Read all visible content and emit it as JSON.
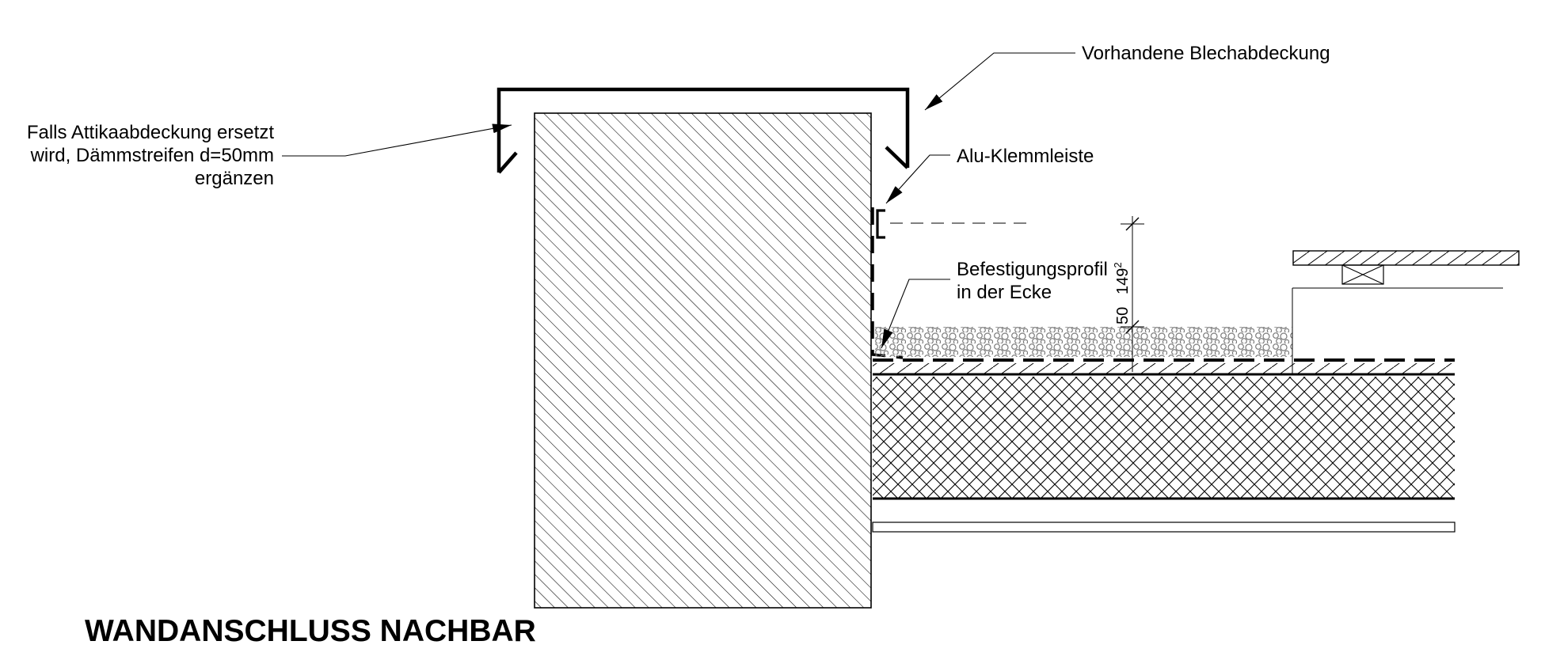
{
  "title": "WANDANSCHLUSS NACHBAR",
  "labels": {
    "cover_existing": "Vorhandene Blechabdeckung",
    "cover_replace_line1": "Falls Attikaabdeckung ersetzt",
    "cover_replace_line2": "wird, Dämmstreifen d=50mm",
    "cover_replace_line3": "ergänzen",
    "clamp_strip": "Alu-Klemmleiste",
    "fixing_profile_line1": "Befestigungsprofil",
    "fixing_profile_line2": "in der Ecke"
  },
  "dimensions": {
    "gravel_height": "50",
    "upstand_height_value": "149",
    "upstand_height_sup": "2"
  },
  "colors": {
    "line": "#000000",
    "background": "#ffffff",
    "gravel": "#7a7a7a"
  }
}
